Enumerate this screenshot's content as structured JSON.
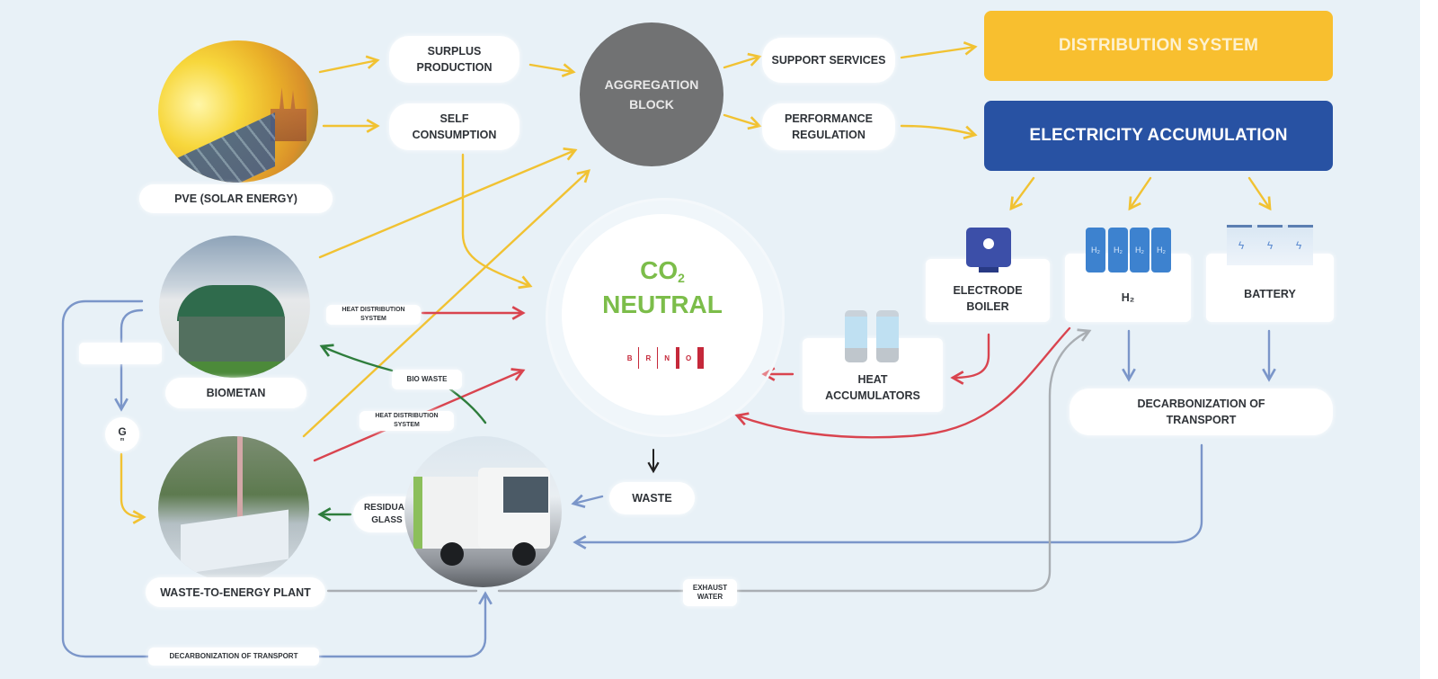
{
  "colors": {
    "background": "#e8f1f7",
    "arrow_yellow": "#f1c232",
    "arrow_red": "#d9444f",
    "arrow_green": "#2e7d3c",
    "arrow_blue": "#7b96c9",
    "arrow_gray": "#a9aeb3",
    "distribution_yellow": "#f8bf2f",
    "accumulation_blue": "#2852a3",
    "aggregation_gray": "#717273",
    "co2_green": "#7cbd4a",
    "brno_red": "#c5283a"
  },
  "nodes": {
    "solar": {
      "label": "PVE (SOLAR ENERGY)",
      "icon": "solar-photo"
    },
    "surplus": {
      "label_line1": "SURPLUS",
      "label_line2": "PRODUCTION"
    },
    "self_consumption": {
      "label_line1": "SELF",
      "label_line2": "CONSUMPTION"
    },
    "aggregation": {
      "label_line1": "AGGREGATION",
      "label_line2": "BLOCK"
    },
    "support_services": {
      "label": "SUPPORT SERVICES"
    },
    "performance_regulation": {
      "label_line1": "PERFORMANCE",
      "label_line2": "REGULATION"
    },
    "distribution_system": {
      "label": "DISTRIBUTION SYSTEM"
    },
    "electricity_accumulation": {
      "label": "ELECTRICITY ACCUMULATION"
    },
    "electrode_boiler": {
      "label_line1": "ELECTRODE",
      "label_line2": "BOILER",
      "icon": "boiler-icon"
    },
    "hydrogen": {
      "label": "H₂",
      "tank_label": "H₂",
      "icon": "hydrogen-tanks-icon"
    },
    "battery": {
      "label": "BATTERY",
      "icon": "battery-icon"
    },
    "heat_accumulators": {
      "label_line1": "HEAT",
      "label_line2": "ACCUMULATORS",
      "icon": "heat-accumulator-icon"
    },
    "decarbonization_right": {
      "label_line1": "DECARBONIZATION OF",
      "label_line2": "TRANSPORT"
    },
    "co2_neutral": {
      "co2": "CO",
      "sub": "2",
      "neutral": "NEUTRAL",
      "brno_letters": [
        "B",
        "R",
        "N",
        "O"
      ]
    },
    "biometan": {
      "label": "BIOMETAN",
      "icon": "biogas-photo"
    },
    "waste_to_energy": {
      "label": "WASTE-TO-ENERGY PLANT",
      "icon": "plant-photo"
    },
    "garbage_truck": {
      "icon": "garbage-truck-photo"
    },
    "waste": {
      "label": "WASTE"
    },
    "residual_glass": {
      "label_line1": "RESIDUAL",
      "label_line2": "GLASS"
    },
    "g_marker": {
      "label": "G",
      "sub": "m"
    },
    "bio_waste": {
      "label": "BIO WASTE"
    },
    "heat_dist_top": {
      "label_line1": "HEAT DISTRIBUTION",
      "label_line2": "SYSTEM"
    },
    "heat_dist_bottom": {
      "label_line1": "HEAT DISTRIBUTION",
      "label_line2": "SYSTEM"
    },
    "exhaust_water": {
      "label_line1": "EXHAUST",
      "label_line2": "WATER"
    },
    "decarbonization_bottom": {
      "label": "DECARBONIZATION OF TRANSPORT"
    },
    "blank_label": {
      "label": ""
    }
  }
}
